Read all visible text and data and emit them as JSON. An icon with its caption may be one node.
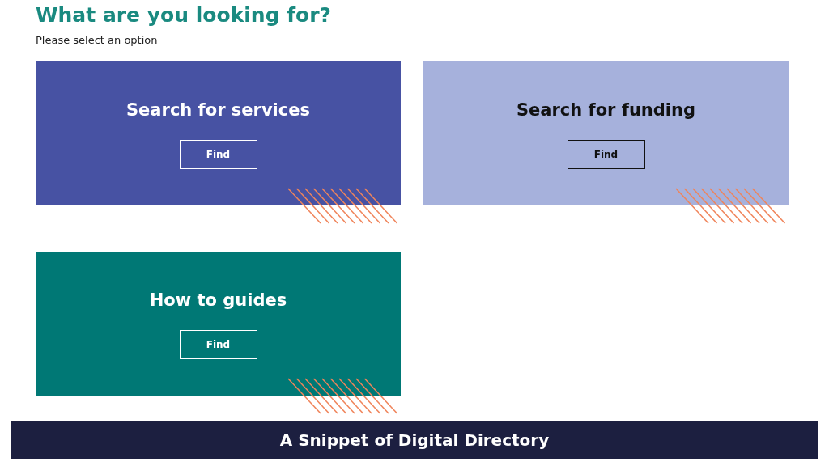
{
  "diagram": {
    "title": "What are you looking for?",
    "caption": "A Snippet of Digital Directory",
    "nodes": [
      {
        "text": [
          "Search for services"
        ]
      },
      {
        "text": [
          "Find"
        ],
        "in": 0
      },
      {
        "text": [
          "Search for funding"
        ]
      },
      {
        "text": [
          "Find"
        ],
        "in": 2
      },
      {
        "text": [
          "How to guides"
        ]
      },
      {
        "text": [
          "Find"
        ],
        "in": 4
      }
    ],
    "labels": [
      "Please select an option"
    ]
  }
}
